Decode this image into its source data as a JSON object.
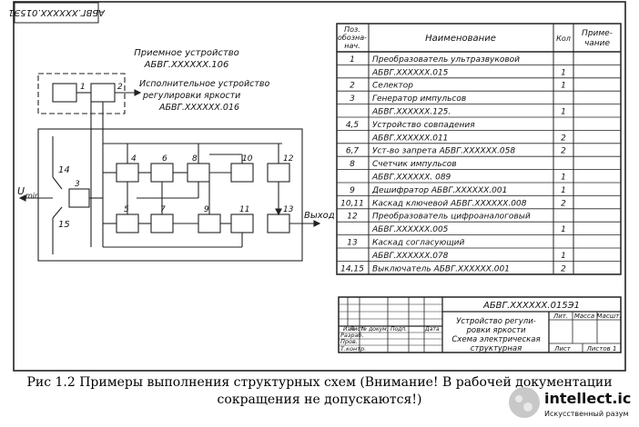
{
  "drawing": {
    "stamp_top_rotated": "АБВГ.XXXXXX.015Э1",
    "receiver_title_1": "Приемное устройство",
    "receiver_title_2": "АБВГ.XXXXXX.106",
    "executive_title_1": "Исполнительное устройство",
    "executive_title_2": "регулировки яркости",
    "executive_title_3": "АБВГ.XXXXXX.016",
    "input_label": "U",
    "input_sub": "min",
    "output_label": "Выход",
    "block_numbers": [
      "1",
      "2",
      "3",
      "4",
      "5",
      "6",
      "7",
      "8",
      "9",
      "10",
      "11",
      "12",
      "13",
      "14",
      "15"
    ]
  },
  "table": {
    "headers": {
      "pos": [
        "Поз.",
        "обозна-",
        "нач."
      ],
      "name": "Наименование",
      "qty": "Кол",
      "note": [
        "Приме-",
        "чание"
      ]
    },
    "rows": [
      {
        "pos": "1",
        "name": "Преобразователь ультразвуковой",
        "qty": ""
      },
      {
        "pos": "",
        "name": "АБВГ.XXXXXX.015",
        "qty": "1"
      },
      {
        "pos": "2",
        "name": "Селектор",
        "qty": "1"
      },
      {
        "pos": "3",
        "name": "Генератор импульсов",
        "qty": ""
      },
      {
        "pos": "",
        "name": "АБВГ.XXXXXX.125.",
        "qty": "1"
      },
      {
        "pos": "4,5",
        "name": "Устройство совпадения",
        "qty": ""
      },
      {
        "pos": "",
        "name": "АБВГ.XXXXXX.011",
        "qty": "2"
      },
      {
        "pos": "6,7",
        "name": "Уст-во запрета АБВГ.XXXXXX.058",
        "qty": "2"
      },
      {
        "pos": "8",
        "name": "Счетчик импульсов",
        "qty": ""
      },
      {
        "pos": "",
        "name": "АБВГ.XXXXXX. 089",
        "qty": "1"
      },
      {
        "pos": "9",
        "name": "Дешифратор АБВГ.XXXXXX.001",
        "qty": "1"
      },
      {
        "pos": "10,11",
        "name": "Каскад ключевой АБВГ.XXXXXX.008",
        "qty": "2"
      },
      {
        "pos": "12",
        "name": "Преобразователь цифроаналоговый",
        "qty": ""
      },
      {
        "pos": "",
        "name": "АБВГ.XXXXXX.005",
        "qty": "1"
      },
      {
        "pos": "13",
        "name": "Каскад согласующий",
        "qty": ""
      },
      {
        "pos": "",
        "name": "АБВГ.XXXXXX.078",
        "qty": "1"
      },
      {
        "pos": "14,15",
        "name": "Выключатель АБВГ.XXXXXX.001",
        "qty": "2"
      }
    ]
  },
  "title_block": {
    "code": "АБВГ.XXXXXX.015Э1",
    "col_headers": [
      "Изм",
      "Лист",
      "№ докум.",
      "Подп.",
      "Дата"
    ],
    "roles": [
      "Разраб.",
      "Пров.",
      "Т.контр."
    ],
    "name_1": "Устройство регули-",
    "name_2": "ровки яркости",
    "name_3": "Схема электрическая",
    "name_4": "структурная",
    "lit": "Лит.",
    "mass": "Масса",
    "scale": "Масшт.",
    "sheet": "Лист",
    "sheets": "Листов 1"
  },
  "caption_line1": "Рис 1.2 Примеры выполнения структурных схем (Внимание! В рабочей документации",
  "caption_line2": "сокращения не допускаются!)",
  "watermark": {
    "site": "intellect.icu",
    "tagline": "Искусственный разум"
  }
}
